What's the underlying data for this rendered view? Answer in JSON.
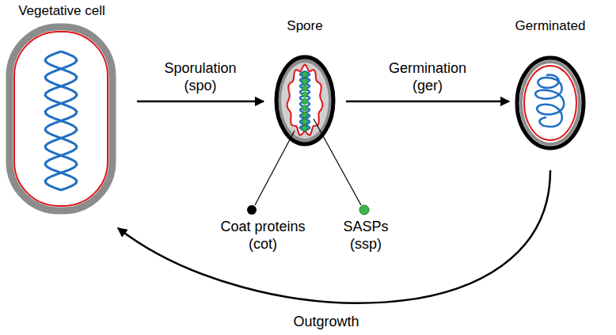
{
  "diagram": {
    "nodes": [
      {
        "text": [
          "Vegetative cell"
        ]
      },
      {
        "text": [
          "Spore"
        ]
      },
      {
        "text": [
          "Germinated"
        ]
      }
    ],
    "edges": [
      {
        "from": 0,
        "to": 1,
        "arrow": "to",
        "label": "Sporulation (spo)"
      },
      {
        "from": 1,
        "to": 2,
        "arrow": "to",
        "label": "Germination (ger)"
      },
      {
        "from": 2,
        "to": 0,
        "arrow": "to",
        "label": "Outgrowth"
      }
    ],
    "labels": [
      "Coat proteins (cot)",
      "SASPs (ssp)"
    ]
  }
}
